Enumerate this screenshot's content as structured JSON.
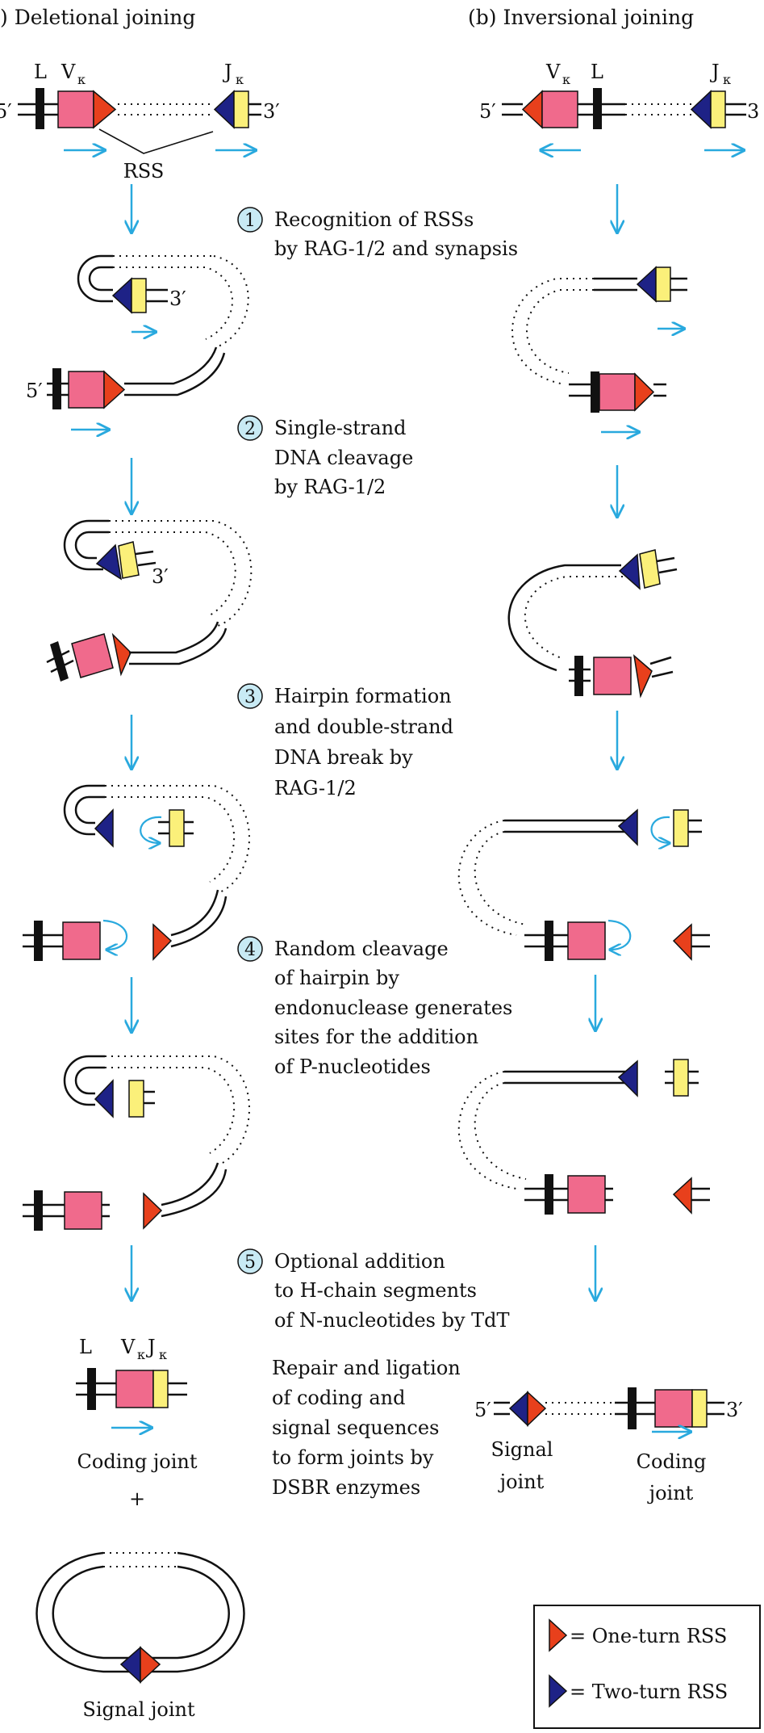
{
  "panels": {
    "deletional_title": ") Deletional joining",
    "inversional_title": "(b) Inversional joining"
  },
  "labels": {
    "L": "L",
    "V": "V",
    "J": "J",
    "kappa": "κ",
    "five_prime": "5′",
    "three_prime": "3′",
    "three_cut": "3",
    "rss": "RSS",
    "coding_joint": "Coding joint",
    "coding": "Coding",
    "joint": "joint",
    "signal": "Signal",
    "signal_joint": "Signal joint",
    "plus": "+"
  },
  "steps": [
    {
      "number": "1",
      "lines": [
        "Recognition of RSSs",
        "by RAG-1/2 and synapsis"
      ]
    },
    {
      "number": "2",
      "lines": [
        "Single-strand",
        "DNA cleavage",
        "by RAG-1/2"
      ]
    },
    {
      "number": "3",
      "lines": [
        "Hairpin formation",
        "and double-strand",
        "DNA break by",
        "RAG-1/2"
      ]
    },
    {
      "number": "4",
      "lines": [
        "Random cleavage",
        "of hairpin by",
        "endonuclease generates",
        "sites for the addition",
        "of P-nucleotides"
      ]
    },
    {
      "number": "5",
      "lines": [
        "Optional addition",
        "to H-chain segments",
        "of N-nucleotides by TdT"
      ]
    }
  ],
  "repair_text": [
    "Repair and ligation",
    "of coding and",
    "signal sequences",
    "to form joints by",
    "DSBR enzymes"
  ],
  "legend": {
    "one_turn": "= One-turn RSS",
    "two_turn": "= Two-turn RSS"
  },
  "colors": {
    "v_segment": "#f06a8c",
    "j_segment": "#fbf07a",
    "one_turn_rss": "#e8401c",
    "two_turn_rss": "#1e2286",
    "arrow": "#29a9de",
    "step_circle": "#c8eaf4",
    "leader": "#111111"
  }
}
